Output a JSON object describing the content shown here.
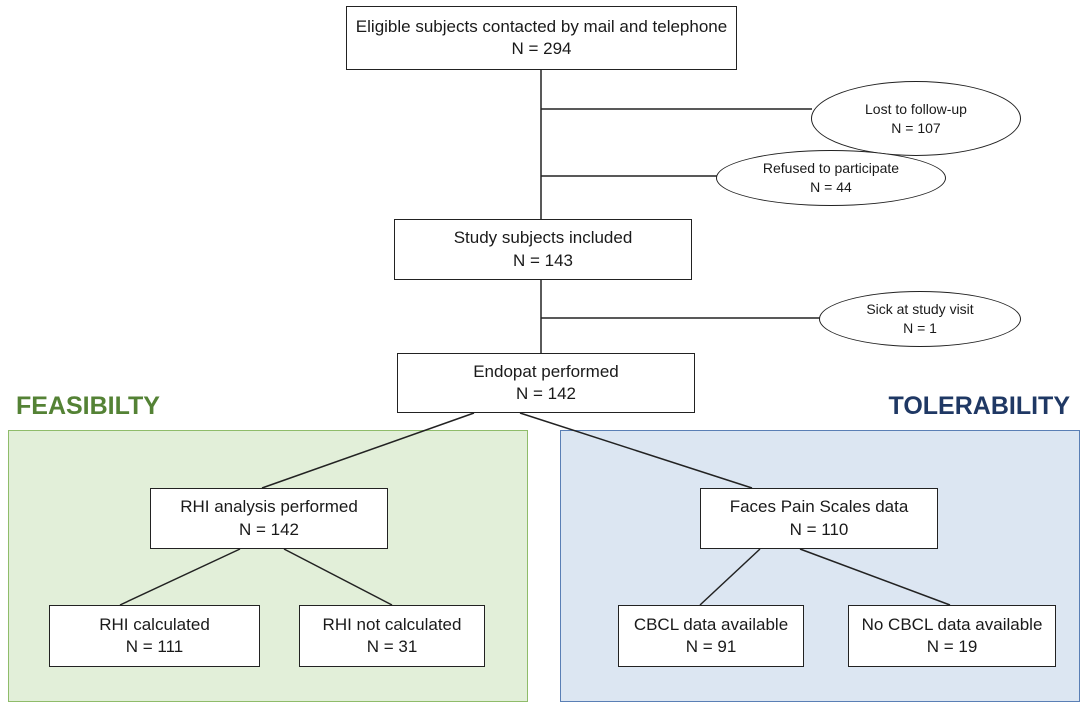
{
  "colors": {
    "feasibility_text": "#548235",
    "tolerability_text": "#1f3864",
    "feasibility_fill": "#e2efd9",
    "tolerability_fill": "#dce6f2"
  },
  "headings": {
    "feasibility": "FEASIBILTY",
    "tolerability": "TOLERABILITY"
  },
  "nodes": {
    "eligible": {
      "label": "Eligible subjects contacted by mail and telephone",
      "n": "N = 294"
    },
    "lost": {
      "label": "Lost to follow-up",
      "n": "N = 107"
    },
    "refused": {
      "label": "Refused to participate",
      "n": "N = 44"
    },
    "included": {
      "label": "Study subjects included",
      "n": "N = 143"
    },
    "sick": {
      "label": "Sick at study visit",
      "n": "N = 1"
    },
    "endopat": {
      "label": "Endopat performed",
      "n": "N = 142"
    },
    "rhi_analysis": {
      "label": "RHI analysis performed",
      "n": "N = 142"
    },
    "rhi_calc": {
      "label": "RHI calculated",
      "n": "N = 111"
    },
    "rhi_not_calc": {
      "label": "RHI not calculated",
      "n": "N = 31"
    },
    "faces": {
      "label": "Faces Pain Scales data",
      "n": "N = 110"
    },
    "cbcl_yes": {
      "label": "CBCL data available",
      "n": "N = 91"
    },
    "cbcl_no": {
      "label": "No CBCL data available",
      "n": "N = 19"
    }
  }
}
